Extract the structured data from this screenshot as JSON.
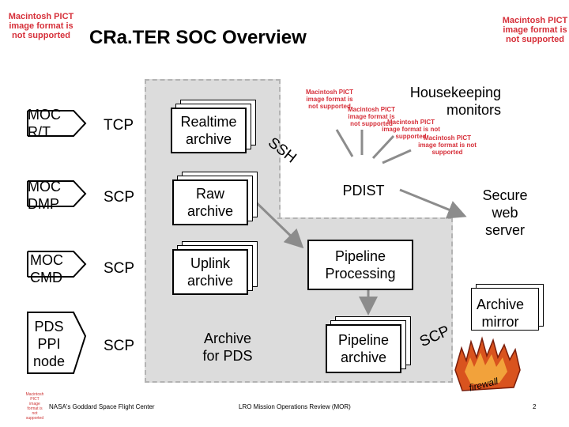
{
  "header": {
    "pict_left": "Macintosh PICT image format is not supported",
    "pict_right": "Macintosh PICT image format is not supported",
    "title": "CRa.TER SOC Overview"
  },
  "moc": [
    {
      "line1": "MOC",
      "line2": "R/T",
      "protocol": "TCP"
    },
    {
      "line1": "MOC",
      "line2": "DMP",
      "protocol": "SCP"
    },
    {
      "line1": "MOC",
      "line2": "CMD",
      "protocol": "SCP"
    }
  ],
  "pds": {
    "line1": "PDS",
    "line2": "PPI",
    "line3": "node",
    "protocol": "SCP"
  },
  "archives": {
    "realtime": [
      "Realtime",
      "archive"
    ],
    "raw": [
      "Raw",
      "archive"
    ],
    "uplink": [
      "Uplink",
      "archive"
    ],
    "pds": [
      "Archive",
      "for PDS"
    ],
    "pipeline": [
      "Pipeline",
      "archive"
    ],
    "mirror": [
      "Archive",
      "mirror"
    ]
  },
  "boxes": {
    "pdist": "PDIST",
    "pipeline_processing": [
      "Pipeline",
      "Processing"
    ],
    "secure_web": [
      "Secure",
      "web",
      "server"
    ]
  },
  "labels": {
    "ssh": "SSH",
    "scp_right": "SCP",
    "housekeeping": [
      "Housekeeping",
      "monitors"
    ],
    "firewall": "firewall"
  },
  "monitor_picts": {
    "a": "Macintosh PICT image format is not supported",
    "b": "Macintosh PICT image format is not supported",
    "c": "Macintosh PICT image format is not supported",
    "d": "Macintosh PICT image format is not supported"
  },
  "footer": {
    "left_pict": "Macintosh PICT image format is not supported",
    "org": "NASA's Goddard Space Flight Center",
    "review": "LRO Mission Operations Review (MOR)",
    "page": "2"
  },
  "colors": {
    "region": "#dcdcdc",
    "region_border": "#b3b3b3",
    "arrow": "#8c8c8c",
    "pict_red": "#d6303a",
    "fire": "#d9531e"
  }
}
